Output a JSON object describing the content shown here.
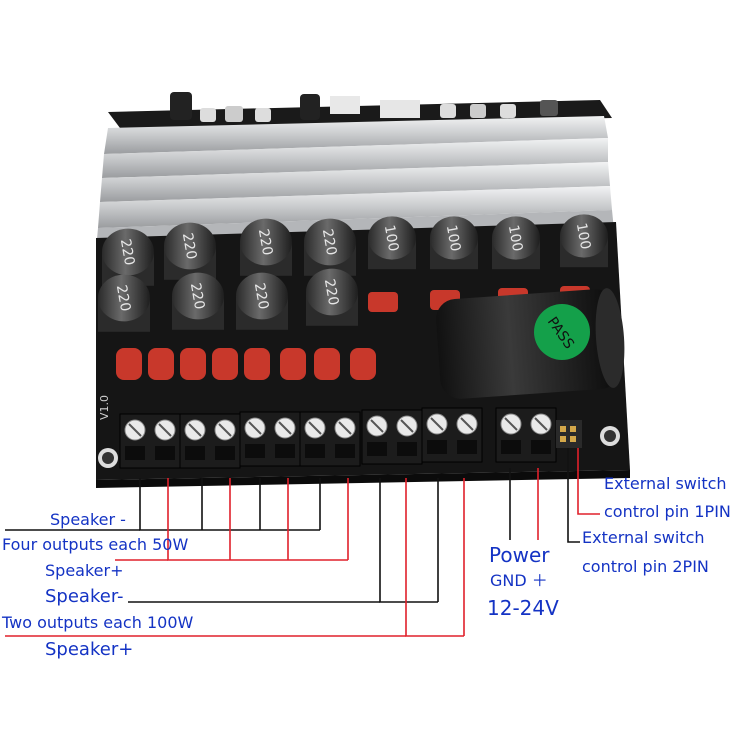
{
  "cap_labels": {
    "big": "220",
    "small": "100",
    "main_cap": "PASS"
  },
  "labels": {
    "speaker_minus_top": "Speaker -",
    "four_outputs": "Four outputs each 50W",
    "speaker_plus_1": "Speaker+",
    "speaker_minus_2": "Speaker-",
    "two_outputs": "Two outputs each 100W",
    "speaker_plus_2": "Speaker+",
    "power": "Power",
    "gnd_plus": "GND ＋",
    "voltage": "12-24V",
    "ext_switch_1a": "External switch",
    "ext_switch_1b": "control pin 1PIN",
    "ext_switch_2a": "External switch",
    "ext_switch_2b": "control pin 2PIN"
  },
  "colors": {
    "label_blue": "#1433c4",
    "wire_red": "#e0212b",
    "wire_black": "#111111",
    "pcb": "#141414",
    "heatsink": "#c9cbcd"
  }
}
